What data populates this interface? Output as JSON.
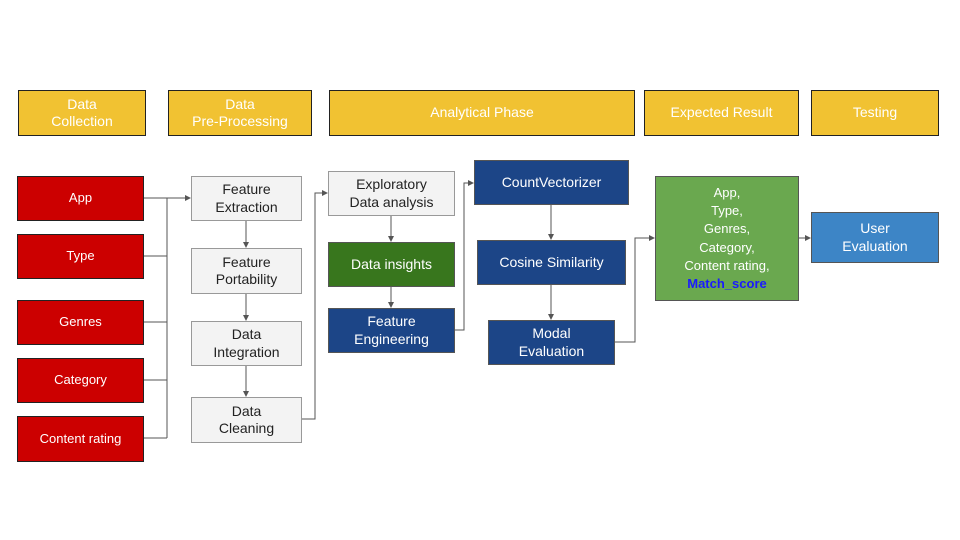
{
  "phases": {
    "data_collection": "Data\nCollection",
    "data_preprocessing": "Data\nPre-Processing",
    "analytical_phase": "Analytical Phase",
    "expected_result": "Expected Result",
    "testing": "Testing"
  },
  "inputs": {
    "app": "App",
    "type": "Type",
    "genres": "Genres",
    "category": "Category",
    "content_rating": "Content rating"
  },
  "preprocessing": {
    "feature_extraction": "Feature\nExtraction",
    "feature_portability": "Feature\nPortability",
    "data_integration": "Data\nIntegration",
    "data_cleaning": "Data\nCleaning"
  },
  "analysis": {
    "eda": "Exploratory\nData analysis",
    "data_insights": "Data insights",
    "feature_engineering": "Feature\nEngineering"
  },
  "model": {
    "count_vectorizer": "CountVectorizer",
    "cosine_similarity": "Cosine Similarity",
    "modal_evaluation": "Modal\nEvaluation"
  },
  "result": {
    "lines": [
      "App,",
      "Type,",
      "Genres,",
      "Category,",
      "Content rating,"
    ],
    "match_score": "Match_score"
  },
  "testing": {
    "user_evaluation": "User\nEvaluation"
  },
  "colors": {
    "header": "#f1c232",
    "input": "#cc0000",
    "process": "#f3f3f3",
    "model": "#1c4587",
    "insights": "#38761d",
    "result": "#6aa84f",
    "evaluation": "#3d85c6",
    "match_score_text": "#1a1aff"
  }
}
